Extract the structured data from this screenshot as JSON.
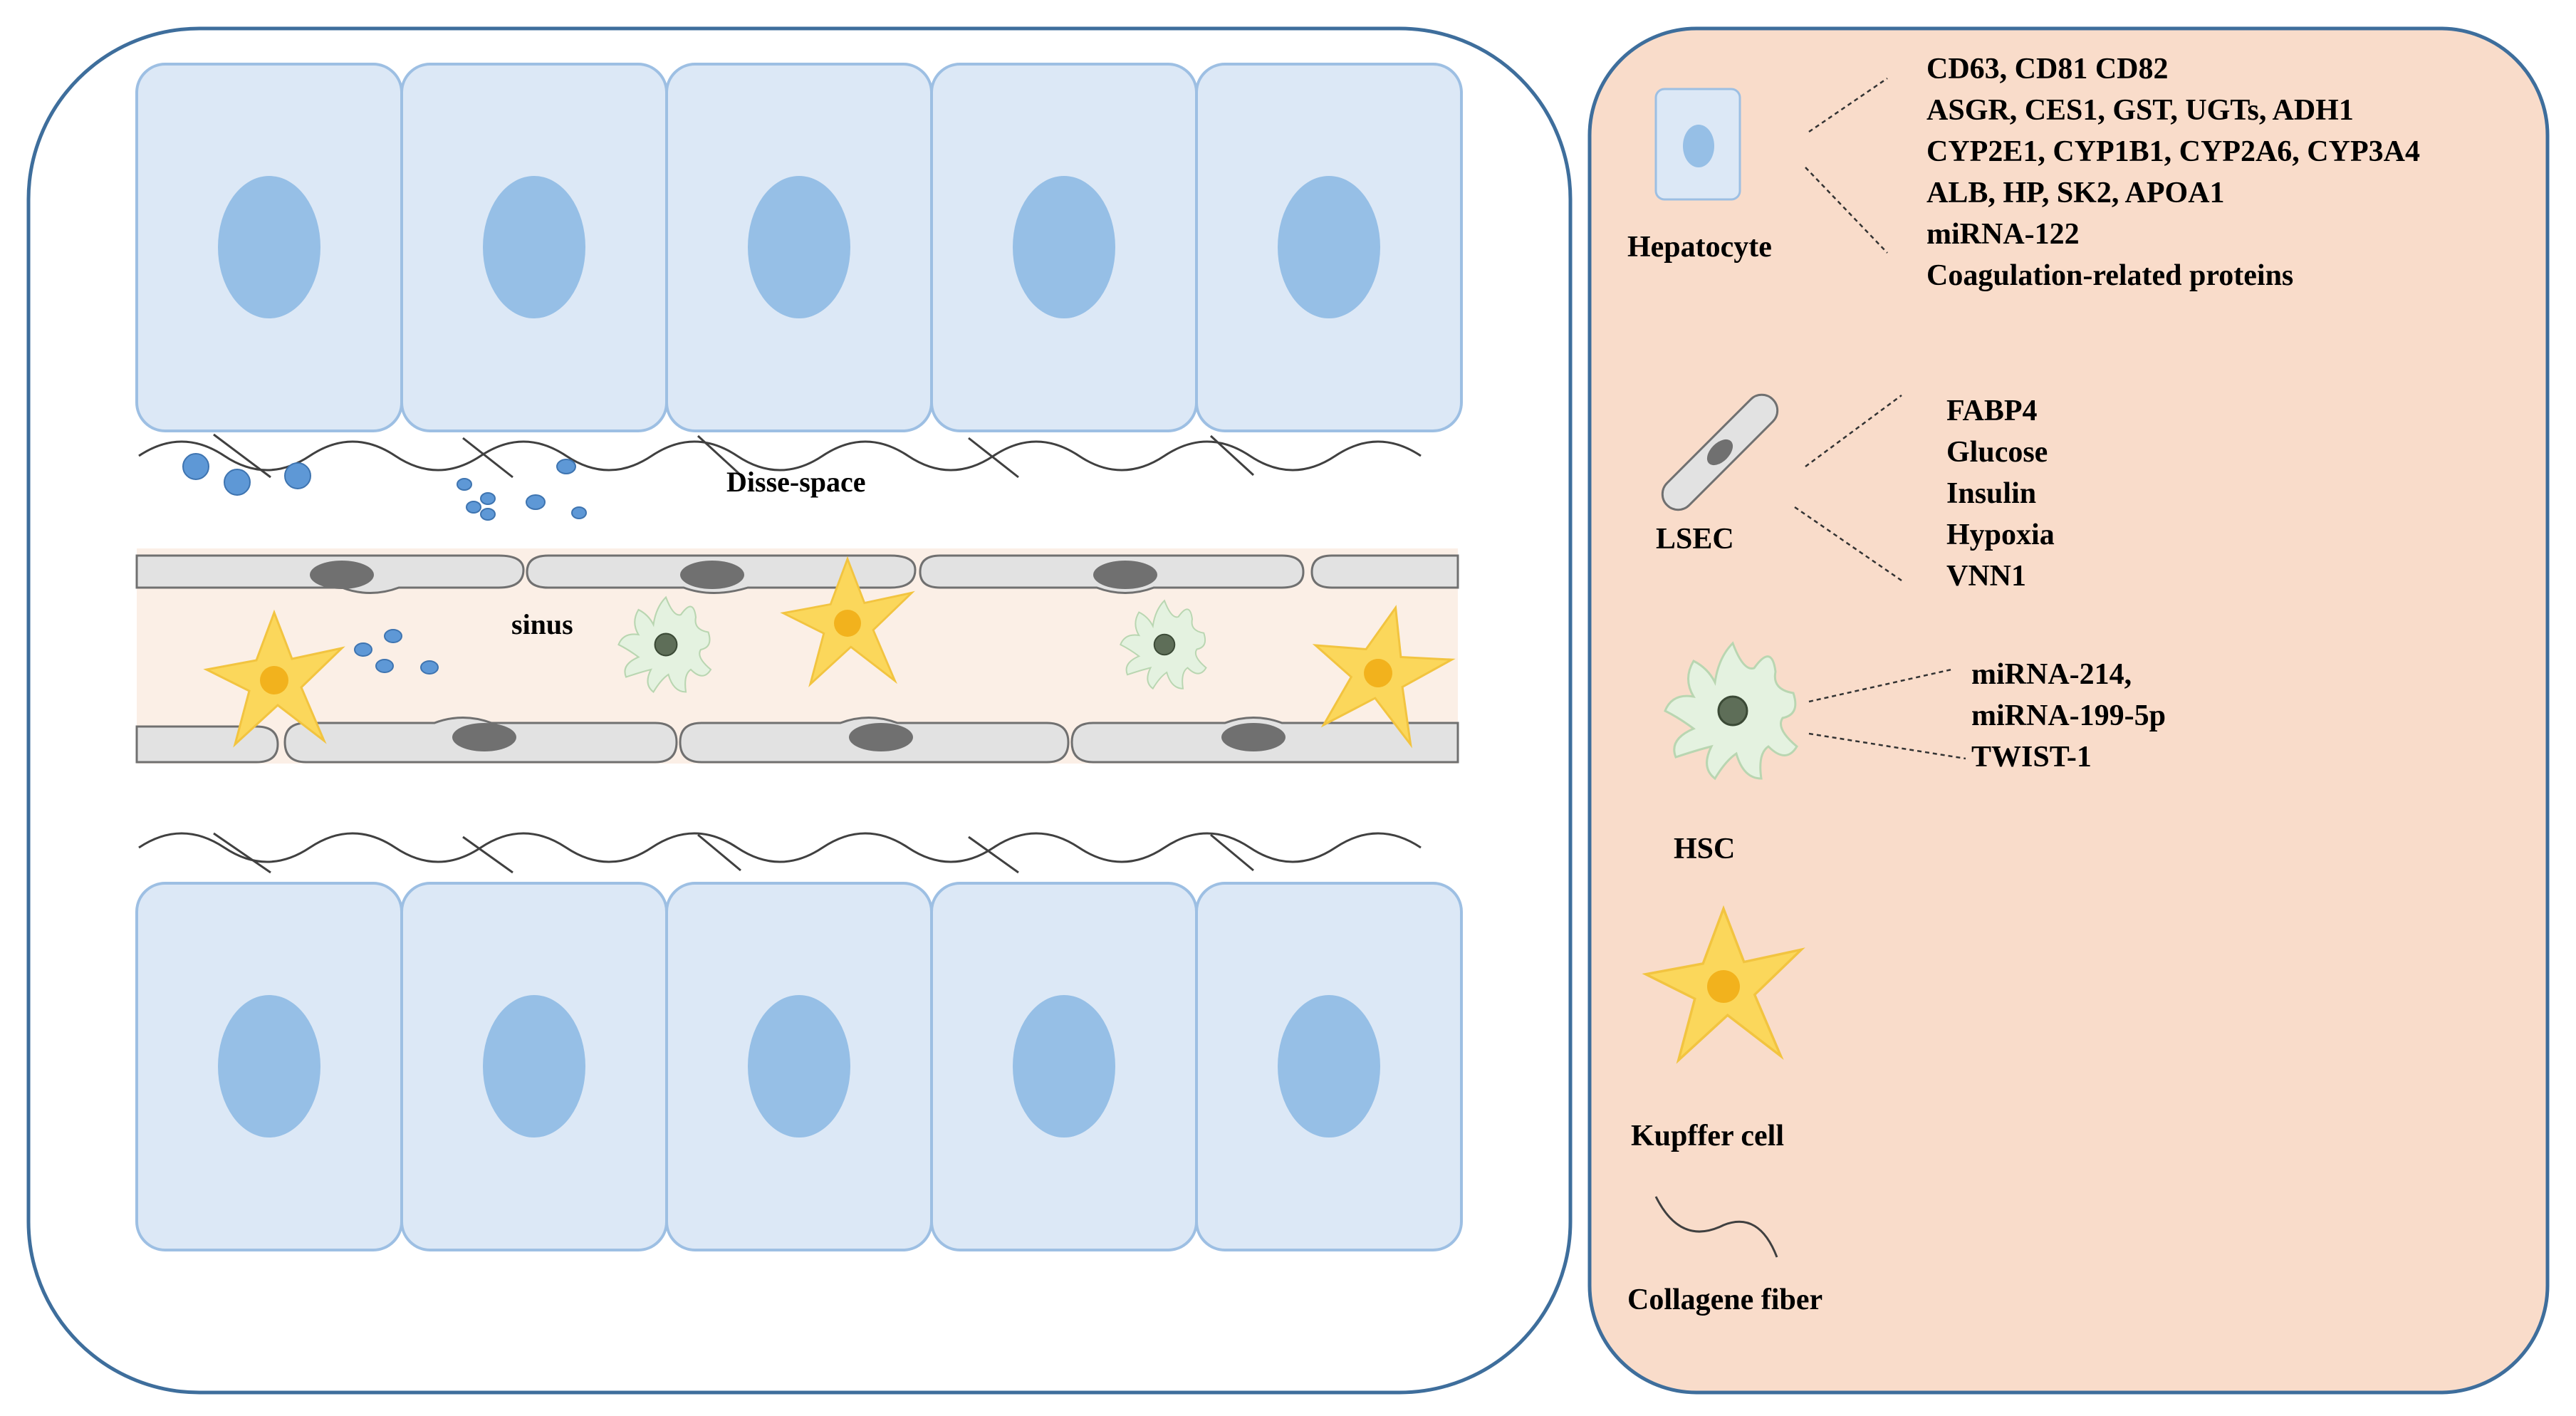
{
  "diagram": {
    "left_panel": {
      "labels": {
        "disse_space": "Disse-space",
        "sinus": "sinus"
      },
      "colors": {
        "panel_border": "#3E6E9C",
        "hepatocyte_fill": "#DCE8F6",
        "hepatocyte_stroke": "#9DBFE3",
        "nucleus": "#96BFE6",
        "sinus_fill": "#FBEFE6",
        "lsec_fill": "#E2E2E2",
        "lsec_nucleus": "#707070",
        "vesicle": "#5E98D6",
        "fiber": "#404040"
      }
    },
    "legend": {
      "background": "#F9DCCA",
      "border": "#3E6E9C",
      "hepatocyte": {
        "name": "Hepatocyte",
        "markers": [
          "CD63, CD81 CD82",
          "ASGR, CES1, GST, UGTs, ADH1",
          "CYP2E1, CYP1B1, CYP2A6,  CYP3A4",
          "ALB, HP, SK2, APOA1",
          "miRNA-122",
          "Coagulation-related proteins"
        ]
      },
      "lsec": {
        "name": "LSEC",
        "markers": [
          "FABP4",
          "Glucose",
          "Insulin",
          "Hypoxia",
          "VNN1"
        ]
      },
      "hsc": {
        "name": "HSC",
        "markers": [
          "miRNA-214,",
          "miRNA-199-5p",
          "TWIST-1"
        ],
        "fill": "#E4F2E0",
        "nucleus": "#5E6E58"
      },
      "kupffer": {
        "name": "Kupffer cell",
        "fill": "#FBD75B",
        "nucleus": "#F2B21D"
      },
      "collagen": {
        "name": "Collagene fiber"
      }
    }
  }
}
